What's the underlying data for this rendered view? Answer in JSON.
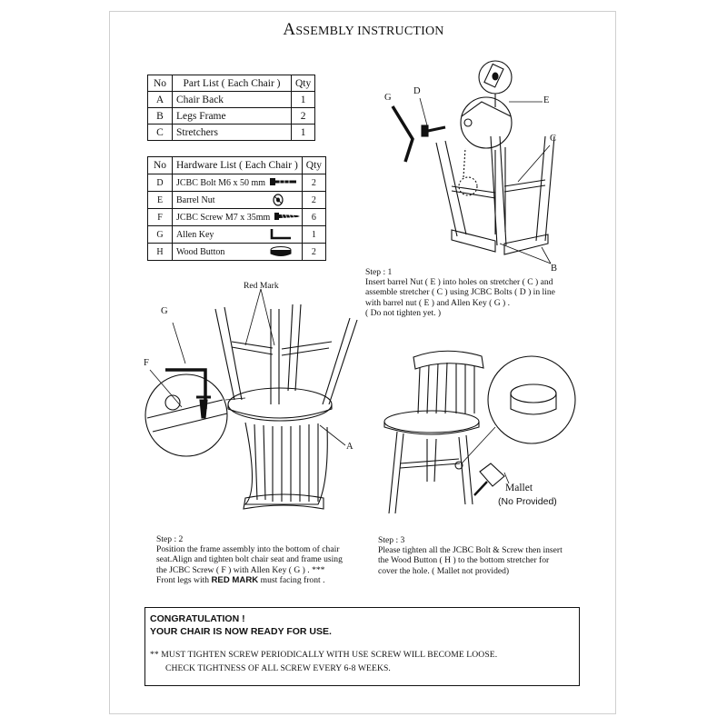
{
  "title": {
    "first_letter": "A",
    "rest": "ssembly Instruction"
  },
  "part_list": {
    "headers": [
      "No",
      "Part List ( Each Chair )",
      "Qty"
    ],
    "rows": [
      [
        "A",
        "Chair Back",
        "1"
      ],
      [
        "B",
        "Legs Frame",
        "2"
      ],
      [
        "C",
        "Stretchers",
        "1"
      ]
    ]
  },
  "hardware_list": {
    "headers": [
      "No",
      "Hardware List ( Each Chair )",
      "Qty"
    ],
    "rows": [
      [
        "D",
        "JCBC Bolt M6 x 50 mm",
        "2"
      ],
      [
        "E",
        "Barrel Nut",
        "2"
      ],
      [
        "F",
        "JCBC Screw M7 x 35mm",
        "6"
      ],
      [
        "G",
        "Allen Key",
        "1"
      ],
      [
        "H",
        "Wood Button",
        "2"
      ]
    ]
  },
  "labels": {
    "g": "G",
    "d": "D",
    "e": "E",
    "c": "C",
    "b": "B",
    "red_mark": "Red Mark",
    "g2": "G",
    "f": "F",
    "a": "A",
    "mallet": "Mallet",
    "no_provided": "(No Provided)"
  },
  "step1": {
    "lines": [
      "Step : 1",
      "Insert barrel Nut ( E ) into holes on stretcher ( C ) and",
      "assemble stretcher ( C ) using JCBC Bolts ( D ) in line",
      "with barrel nut ( E ) and Allen Key ( G ) .",
      "( Do not tighten yet. )"
    ]
  },
  "step2": {
    "lines": [
      "Step : 2",
      "Position the frame assembly into the bottom of chair",
      "seat.Align and tighten bolt chair seat and frame using",
      "the JCBC Screw ( F ) with Allen Key ( G ) .  ***"
    ],
    "last_line_pre": "Front legs with ",
    "last_line_bold": "RED MARK",
    "last_line_post": " must facing front ."
  },
  "step3": {
    "lines": [
      "Step : 3",
      "Please tighten all the JCBC Bolt & Screw then insert",
      "the Wood Button ( H ) to the bottom stretcher for",
      "cover the hole. ( Mallet not provided)"
    ]
  },
  "congrats": {
    "line1": "CONGRATULATION !",
    "line2": "YOUR CHAIR IS NOW READY FOR USE.",
    "warn1": "**   MUST TIGHTEN SCREW PERIODICALLY WITH USE SCREW WILL BECOME LOOSE.",
    "warn2": "CHECK TIGHTNESS OF ALL SCREW EVERY 6-8 WEEKS."
  }
}
